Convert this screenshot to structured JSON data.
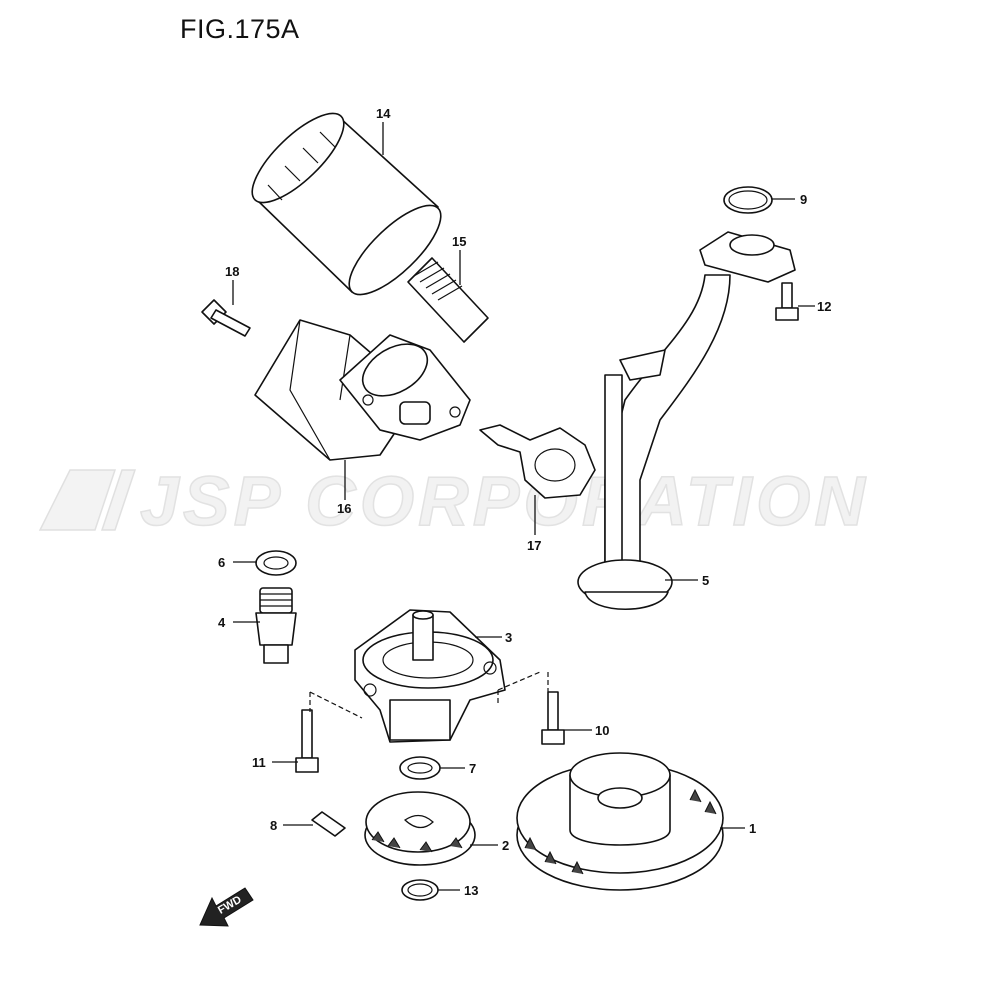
{
  "figure": {
    "title": "FIG.175A",
    "watermark": "JSP CORPORATION",
    "fwd_label": "FWD"
  },
  "callouts": [
    {
      "id": "p1",
      "label": "1",
      "part": "oil pump driven gear"
    },
    {
      "id": "p2",
      "label": "2",
      "part": "oil pump drive gear"
    },
    {
      "id": "p3",
      "label": "3",
      "part": "oil pump assembly"
    },
    {
      "id": "p4",
      "label": "4",
      "part": "union"
    },
    {
      "id": "p5",
      "label": "5",
      "part": "oil strainer"
    },
    {
      "id": "p6",
      "label": "6",
      "part": "gasket"
    },
    {
      "id": "p7",
      "label": "7",
      "part": "washer"
    },
    {
      "id": "p8",
      "label": "8",
      "part": "pin"
    },
    {
      "id": "p9",
      "label": "9",
      "part": "o-ring"
    },
    {
      "id": "p10",
      "label": "10",
      "part": "bolt"
    },
    {
      "id": "p11",
      "label": "11",
      "part": "bolt"
    },
    {
      "id": "p12",
      "label": "12",
      "part": "bolt"
    },
    {
      "id": "p13",
      "label": "13",
      "part": "circlip"
    },
    {
      "id": "p14",
      "label": "14",
      "part": "oil filter"
    },
    {
      "id": "p15",
      "label": "15",
      "part": "union bolt"
    },
    {
      "id": "p16",
      "label": "16",
      "part": "oil cooler"
    },
    {
      "id": "p17",
      "label": "17",
      "part": "gasket"
    },
    {
      "id": "p18",
      "label": "18",
      "part": "bolt"
    }
  ]
}
